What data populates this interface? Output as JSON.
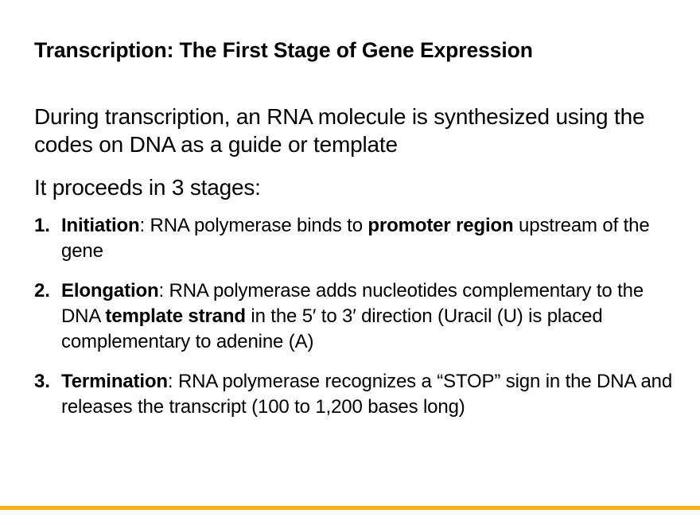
{
  "slide": {
    "title": "Transcription: The First Stage of Gene Expression",
    "intro": "During transcription, an RNA molecule is synthesized using the codes on DNA as a guide or template",
    "stages_lead": "It proceeds in 3 stages:",
    "stages": [
      {
        "number": "1.",
        "term": "Initiation",
        "sep": ": ",
        "text_a": "RNA polymerase binds to ",
        "bold_a": "promoter region",
        "text_b": " upstream of the gene"
      },
      {
        "number": "2.",
        "term": "Elongation",
        "sep": ": ",
        "text_a": "RNA polymerase adds nucleotides complementary to the DNA ",
        "bold_a": "template strand",
        "text_b": " in the 5′ to 3′ direction (Uracil (U) is placed complementary to adenine (A)"
      },
      {
        "number": "3.",
        "term": "Termination",
        "sep": ": ",
        "text_a": "RNA polymerase recognizes a “STOP” sign in the DNA and releases the transcript (100 to 1,200 bases long)"
      }
    ]
  },
  "theme": {
    "accent_color": "#FBB017",
    "text_color": "#000000",
    "background": "#FFFFFF"
  }
}
